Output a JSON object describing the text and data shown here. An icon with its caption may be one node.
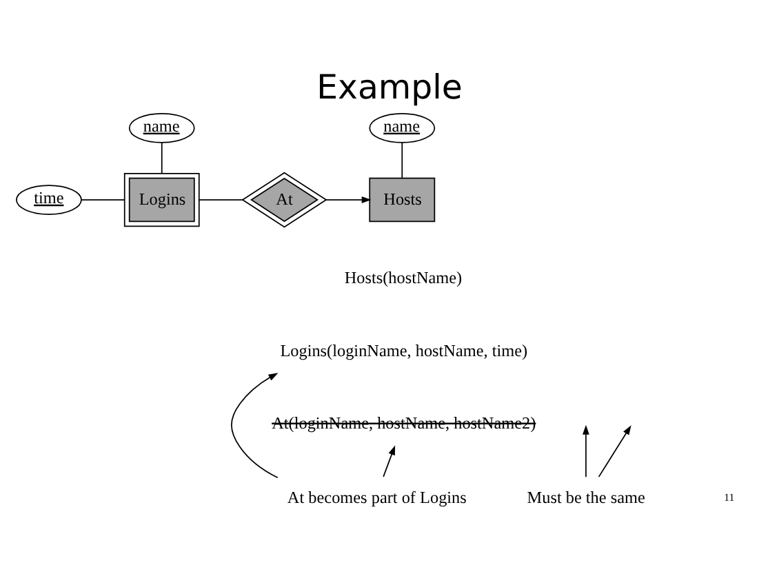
{
  "diagram": {
    "title": "Example",
    "nodes": [
      {
        "text": [
          "name"
        ]
      },
      {
        "text": [
          "Logins"
        ]
      },
      {
        "text": [
          "time"
        ]
      },
      {
        "text": [
          "At"
        ]
      },
      {
        "text": [
          "name"
        ]
      },
      {
        "text": [
          "Hosts"
        ]
      },
      {
        "text": [
          "Hosts(hostName)"
        ]
      },
      {
        "text": [
          "Logins(loginName, hostName, time)"
        ]
      },
      {
        "text": [
          "At(loginName, hostName, hostName2)"
        ]
      },
      {
        "text": [
          "At becomes part of Logins"
        ]
      },
      {
        "text": [
          "Must be the same"
        ]
      }
    ],
    "edges": [
      {
        "from": 0,
        "to": 1,
        "arrow": "none"
      },
      {
        "from": 2,
        "to": 1,
        "arrow": "none"
      },
      {
        "from": 1,
        "to": 3,
        "arrow": "none"
      },
      {
        "from": 3,
        "to": 5,
        "arrow": "to"
      },
      {
        "from": 4,
        "to": 5,
        "arrow": "none"
      },
      {
        "from": 9,
        "to": 7,
        "arrow": "to"
      },
      {
        "from": 9,
        "to": 8,
        "arrow": "to"
      },
      {
        "from": 10,
        "to": null,
        "arrow": "to"
      },
      {
        "from": 10,
        "to": null,
        "arrow": "to"
      }
    ],
    "labels": [
      "11"
    ]
  }
}
